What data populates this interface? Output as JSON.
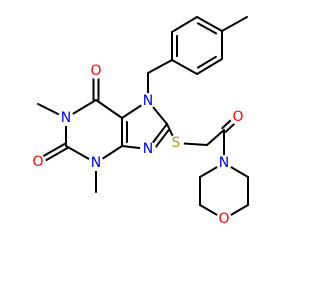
{
  "colors": {
    "bond": "#000000",
    "N": "#0000ff",
    "O": "#ff0000",
    "S": "#b2a300"
  },
  "atoms": [
    {
      "id": "n1",
      "label": "N",
      "element": "N"
    },
    {
      "id": "n3",
      "label": "N",
      "element": "N"
    },
    {
      "id": "n7",
      "label": "N",
      "element": "N"
    },
    {
      "id": "n9",
      "label": "N",
      "element": "N"
    },
    {
      "id": "nmorph",
      "label": "N",
      "element": "N"
    },
    {
      "id": "o6",
      "label": "O",
      "element": "O"
    },
    {
      "id": "o2",
      "label": "O",
      "element": "O"
    },
    {
      "id": "oketo",
      "label": "O",
      "element": "O"
    },
    {
      "id": "omorph",
      "label": "O",
      "element": "O"
    },
    {
      "id": "s",
      "label": "S",
      "element": "S"
    }
  ]
}
